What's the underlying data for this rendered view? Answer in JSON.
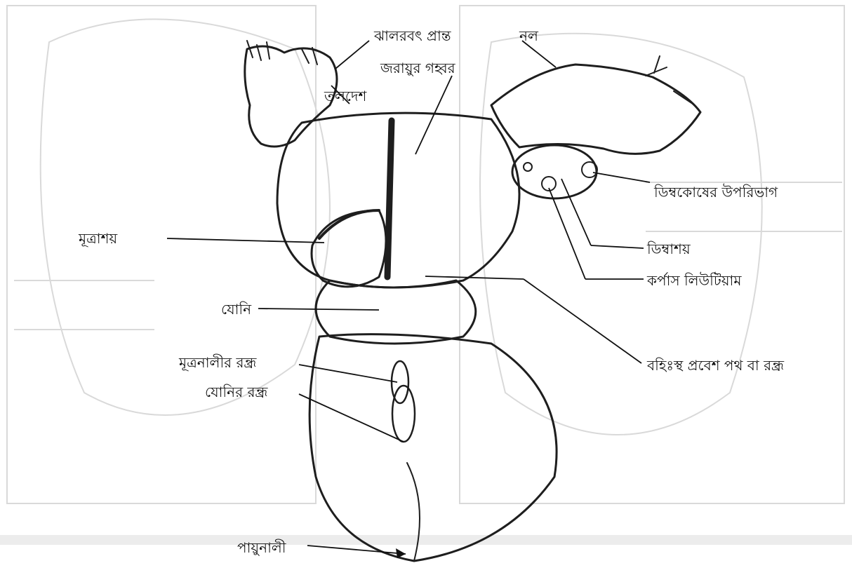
{
  "labels": {
    "fimbriae": "ঝালরবৎ প্রান্ত",
    "tube": "নল",
    "uterine_cavity": "জরায়ুর গহ্বর",
    "fundus": "তলদেশ",
    "ovary_surface": "ডিম্বকোষের উপরিভাগ",
    "bladder": "মূত্রাশয়",
    "ovary": "ডিম্বাশয়",
    "corpus_luteum": "কর্পাস লিউটিয়াম",
    "vagina": "যোনি",
    "external_os": "বহিঃস্থ প্রবেশ পথ বা রন্ধ্র",
    "urethral_opening": "মূত্রনালীর রন্ধ্র",
    "vaginal_opening": "যোনির রন্ধ্র",
    "anal_canal": "পায়ুনালী"
  },
  "colors": {
    "ink": "#1e1e1e",
    "ghost": "#d9d9d9",
    "background": "#ffffff"
  }
}
